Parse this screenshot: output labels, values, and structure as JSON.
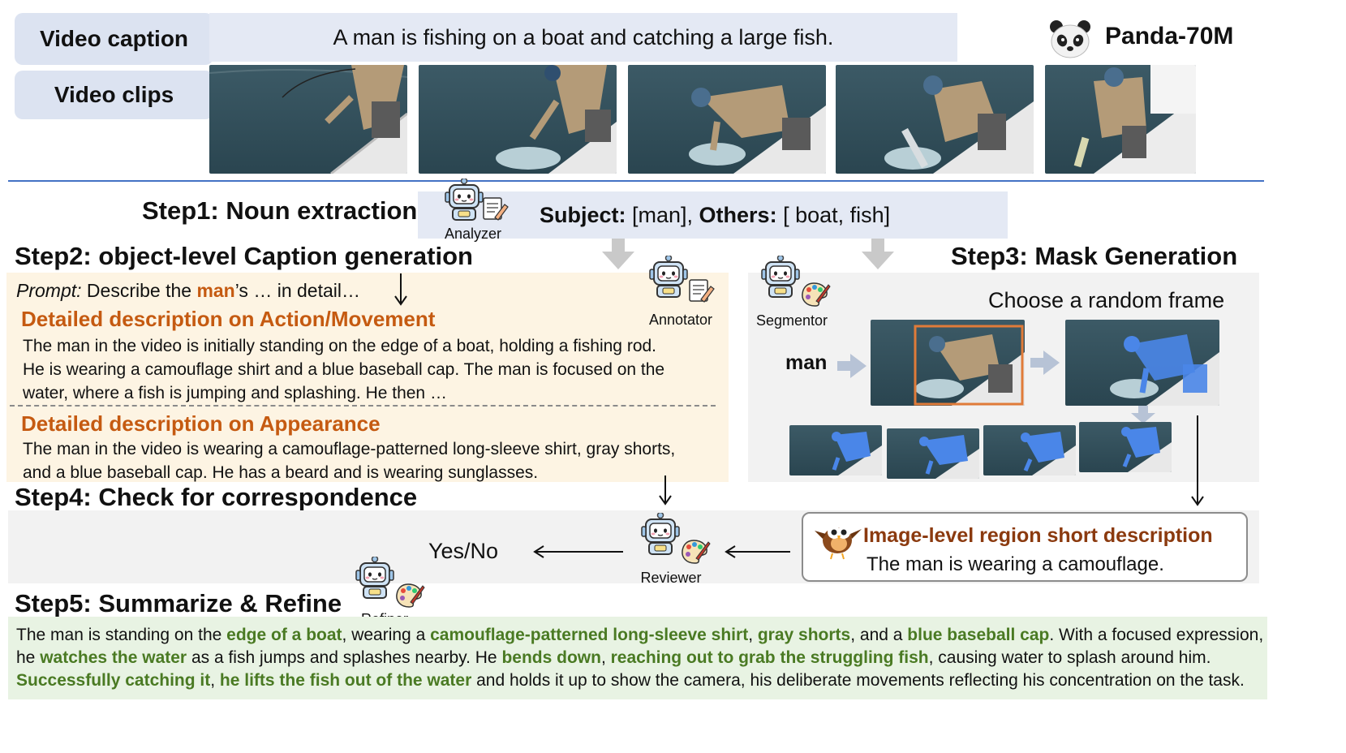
{
  "header": {
    "video_caption_label": "Video caption",
    "video_clips_label": "Video clips",
    "caption_text": "A man is fishing on a boat and catching a large fish.",
    "dataset_name": "Panda-70M",
    "dataset_icon": "panda-icon"
  },
  "step1": {
    "title": "Step1: Noun extraction",
    "robot_label": "Analyzer",
    "subject_label": "Subject:",
    "subject_value": " [man], ",
    "others_label": "Others:",
    "others_value": " [ boat, fish]"
  },
  "step2": {
    "title": "Step2: object-level Caption generation",
    "prompt_label": "Prompt:",
    "prompt_pre": " Describe the ",
    "prompt_noun": "man",
    "prompt_post": "’s … in detail…",
    "robot_label": "Annotator",
    "action_heading": "Detailed description on Action/Movement",
    "action_line1": "The man in the video is initially standing on the edge of a boat, holding a fishing rod.",
    "action_line2": "He is wearing a camouflage shirt and a blue baseball cap. The man is focused on the",
    "action_line3": "water, where a fish is jumping and splashing. He then …",
    "appearance_heading": "Detailed description on Appearance",
    "appearance_line1": "The man in the video is wearing a camouflage-patterned long-sleeve shirt, gray shorts,",
    "appearance_line2": "and a blue baseball cap. He has a beard and is wearing sunglasses."
  },
  "step3": {
    "title": "Step3: Mask Generation",
    "robot_label": "Segmentor",
    "choose_frame": "Choose a random frame",
    "noun": "man"
  },
  "step4": {
    "title": "Step4: Check for correspondence",
    "yes_no": "Yes/No",
    "robot_label": "Reviewer",
    "region_heading": "Image-level region short description",
    "region_text": "The man is wearing a camouflage.",
    "bird_icon": "bird-icon"
  },
  "step5": {
    "title": "Step5: Summarize & Refine",
    "robot_label": "Refiner",
    "s1": "The man is standing on the ",
    "h1": "edge of a boat",
    "s2": ", wearing a ",
    "h2": "camouflage-patterned long-sleeve shirt",
    "s3": ", ",
    "h3": "gray shorts",
    "s4": ", and a ",
    "h4": "blue baseball cap",
    "s5": ". With a focused expression,",
    "s6": "he ",
    "h5": "watches the water",
    "s7": " as a fish jumps and splashes nearby. He ",
    "h6": "bends down",
    "s8": ", ",
    "h7": "reaching out to grab the struggling fish",
    "s9": ", causing water to splash around him.",
    "h8": "Successfully catching it",
    "s10": ", ",
    "h9": "he lifts the fish out of the water",
    "s11": " and holds it up to show the camera, his deliberate movements reflecting his concentration on the task."
  },
  "colors": {
    "orange": "#c55a11",
    "green": "#4a7a23",
    "pill_blue": "#dce3f1",
    "mask_blue": "#4a86e8",
    "divider_blue": "#4472c4"
  }
}
